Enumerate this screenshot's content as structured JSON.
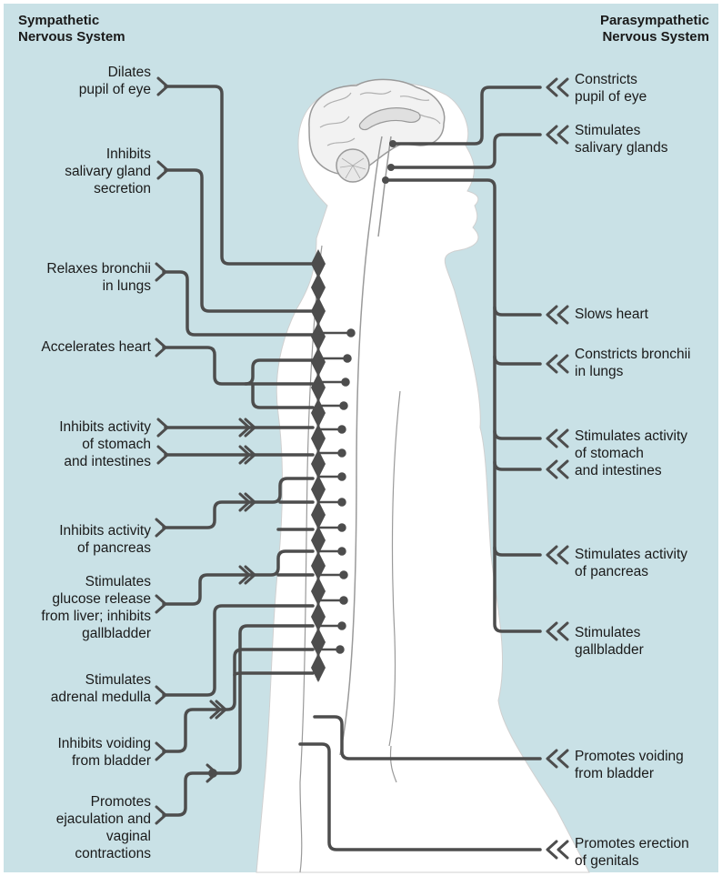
{
  "headers": {
    "sympathetic": "Sympathetic\nNervous System",
    "parasympathetic": "Parasympathetic\nNervous System"
  },
  "sympathetic_effects": [
    "Dilates\npupil of eye",
    "Inhibits\nsalivary gland\nsecretion",
    "Relaxes bronchii\nin lungs",
    "Accelerates heart",
    "Inhibits activity\nof stomach\nand intestines",
    "Inhibits activity\nof pancreas",
    "Stimulates\nglucose release\nfrom liver; inhibits\ngallbladder",
    "Stimulates\nadrenal medulla",
    "Inhibits voiding\nfrom bladder",
    "Promotes\nejaculation and\nvaginal\ncontractions"
  ],
  "parasympathetic_effects": [
    "Constricts\npupil of eye",
    "Stimulates\nsalivary glands",
    "Slows heart",
    "Constricts bronchii\nin lungs",
    "Stimulates activity\nof stomach\nand intestines",
    "Stimulates activity\nof pancreas",
    "Stimulates\ngallbladder",
    "Promotes voiding\nfrom bladder",
    "Promotes erection\nof genitals"
  ],
  "colors": {
    "background": "#c9e1e6",
    "body": "#ffffff",
    "nerve": "#4d4d4d",
    "outline": "#8a8a8a"
  }
}
